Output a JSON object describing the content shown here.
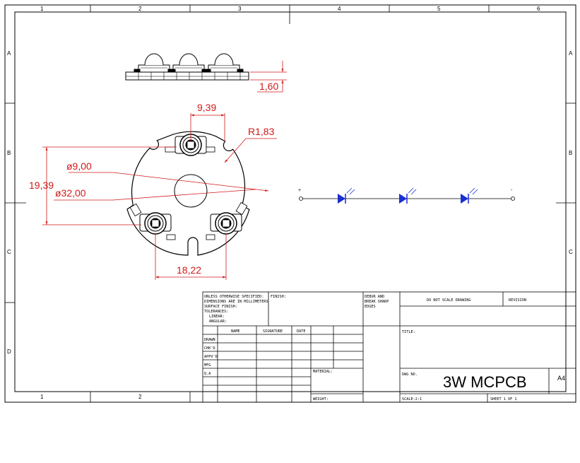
{
  "zones": {
    "columns": [
      "1",
      "2",
      "3",
      "4",
      "5",
      "6"
    ],
    "rows": [
      "A",
      "B",
      "C",
      "D"
    ]
  },
  "dimensions": {
    "thickness": "1,60",
    "led_spacing": "9,39",
    "notch_radius": "R1,83",
    "center_hole": "ø9,00",
    "board_diameter": "ø32,00",
    "vertical_span": "19,39",
    "horizontal_span": "18,22"
  },
  "schematic": {
    "plus_label": "+",
    "minus_label": "-",
    "led_count": 3
  },
  "title_block": {
    "general_notes": [
      "UNLESS OTHERWISE SPECIFIED:",
      "DIMENSIONS ARE IN MILLIMETERS",
      "SURFACE FINISH:",
      "TOLERANCES:",
      "LINEAR:",
      "ANGULAR:"
    ],
    "finish_label": "FINISH:",
    "deburr_label": [
      "DEBUR AND",
      "BREAK SHARP",
      "EDGES"
    ],
    "do_not_scale": "DO NOT SCALE DRAWING",
    "revision_label": "REVISION",
    "col_name": "NAME",
    "col_signature": "SIGNATURE",
    "col_date": "DATE",
    "row_labels": [
      "DRAWN",
      "CHK'D",
      "APPV'D",
      "MFG",
      "Q.A"
    ],
    "material_label": "MATERIAL:",
    "weight_label": "WEIGHT:",
    "title_label": "TITLE:",
    "dwg_no_label": "DWG NO.",
    "drawing_number": "3W MCPCB",
    "sheet_size": "A4",
    "scale_label": "SCALE:2:1",
    "sheet_label": "SHEET 1 OF 1"
  },
  "colors": {
    "dimension": "#d11a1a",
    "led": "#1a2fd1",
    "outline": "#000000"
  }
}
